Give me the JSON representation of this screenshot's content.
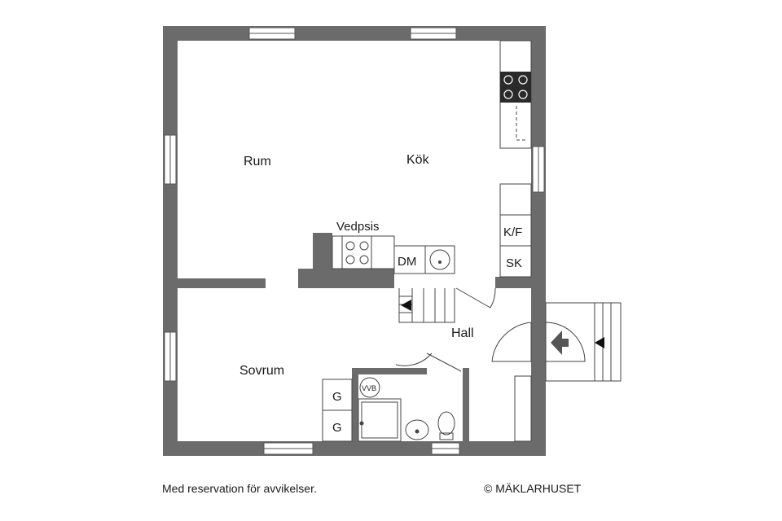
{
  "rooms": {
    "rum": "Rum",
    "kok": "Kök",
    "sovrum": "Sovrum",
    "hall": "Hall"
  },
  "fixtures": {
    "vedpsis": "Vedpsis",
    "dm": "DM",
    "kf": "K/F",
    "sk": "SK",
    "g1": "G",
    "g2": "G",
    "vvb": "VVB"
  },
  "footer": {
    "disclaimer": "Med reservation för avvikelser.",
    "copyright": "© MÄKLARHUSET"
  },
  "colors": {
    "wall": "#6b6b6b",
    "line": "#333333",
    "background": "#ffffff"
  }
}
